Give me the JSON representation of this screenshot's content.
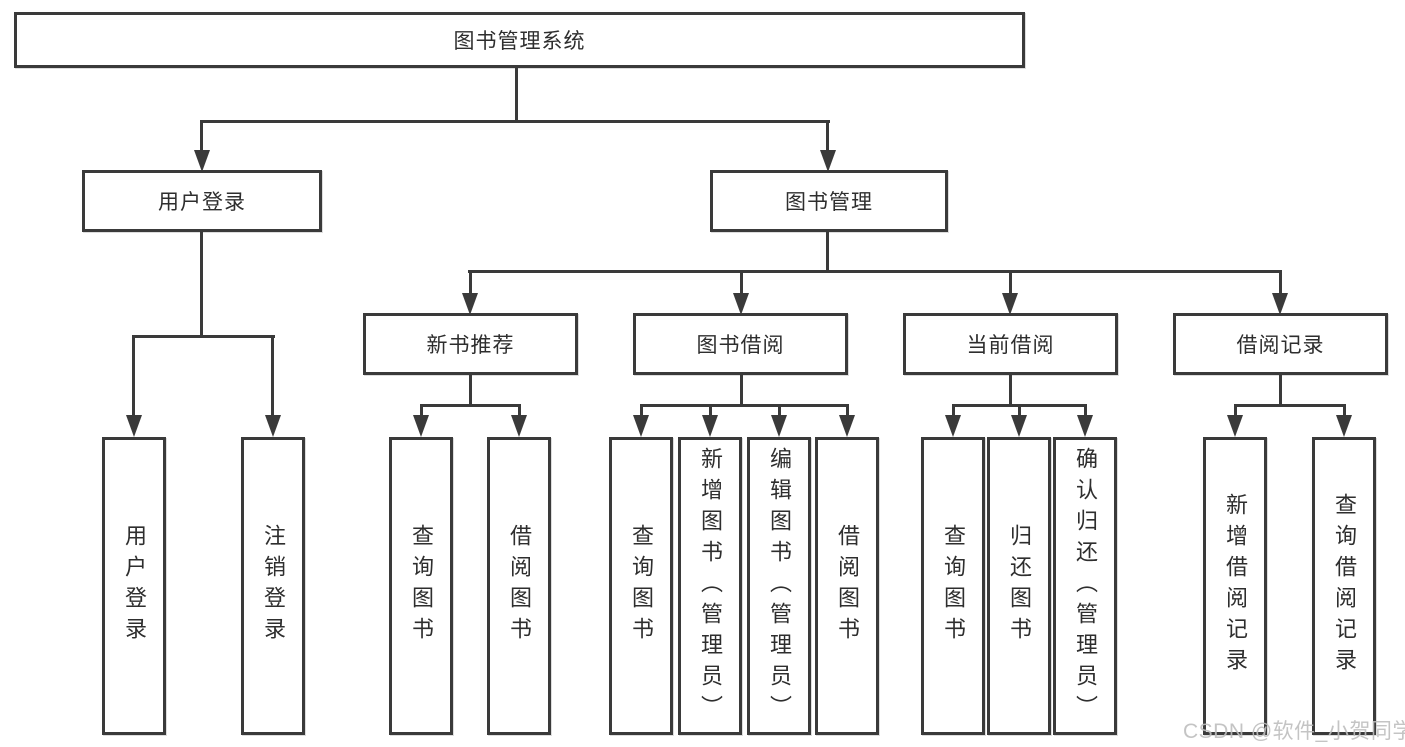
{
  "root": {
    "label": "图书管理系统"
  },
  "level1": {
    "user_login": {
      "label": "用户登录"
    },
    "book_management": {
      "label": "图书管理"
    }
  },
  "level2": {
    "new_book_recommend": {
      "label": "新书推荐"
    },
    "book_borrowing": {
      "label": "图书借阅"
    },
    "current_borrowing": {
      "label": "当前借阅"
    },
    "borrowing_records": {
      "label": "借阅记录"
    }
  },
  "leaves": {
    "user_login": {
      "label": "用户登录"
    },
    "logout": {
      "label": "注销登录"
    },
    "recommend_query_books": {
      "label": "查询图书"
    },
    "recommend_borrow_books": {
      "label": "借阅图书"
    },
    "borrowing_query_books": {
      "label": "查询图书"
    },
    "borrowing_add_books": {
      "label": "新增图书（管理员）"
    },
    "borrowing_edit_books": {
      "label": "编辑图书（管理员）"
    },
    "borrowing_borrow_books": {
      "label": "借阅图书"
    },
    "current_query_books": {
      "label": "查询图书"
    },
    "current_return_books": {
      "label": "归还图书"
    },
    "current_confirm_return": {
      "label": "确认归还（管理员）"
    },
    "records_add_record": {
      "label": "新增借阅记录"
    },
    "records_query_record": {
      "label": "查询借阅记录"
    }
  },
  "watermark": {
    "text": "CSDN @软件_小贺同学"
  },
  "colors": {
    "line": "#3a3a3a",
    "text": "#2e2e2e",
    "watermark": "#bebebe",
    "background": "#ffffff"
  }
}
